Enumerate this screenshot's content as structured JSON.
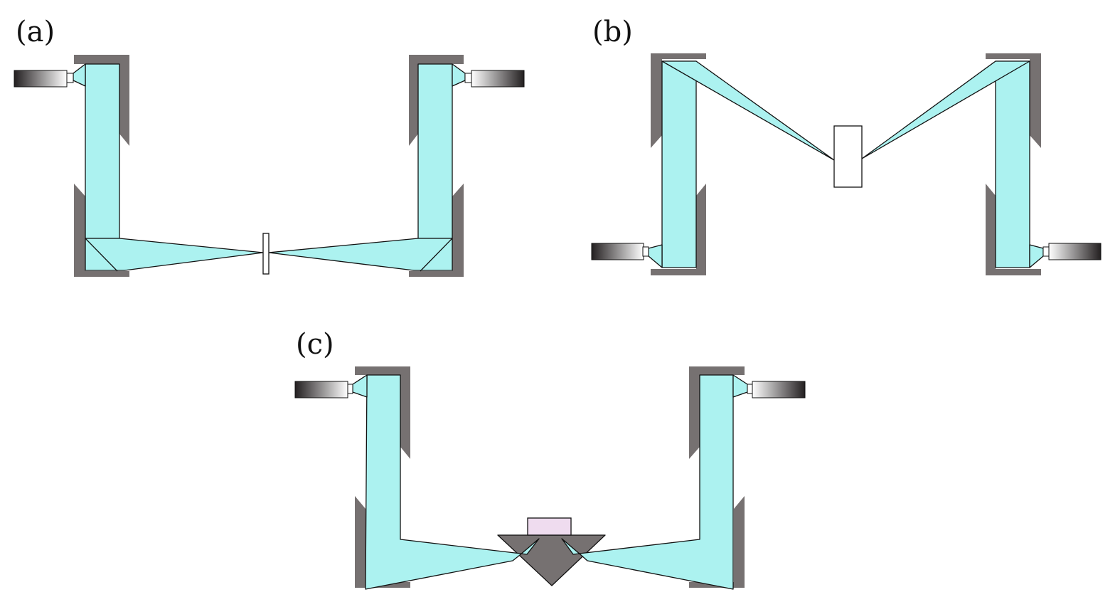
{
  "panels": [
    {
      "label": "(a)"
    },
    {
      "label": "(b)"
    },
    {
      "label": "(c)"
    }
  ],
  "colors": {
    "beam": "#acf2f0",
    "mount": "#767171",
    "prism": "#767171",
    "sample": "#efdcef",
    "outline": "#111111",
    "background": "#ffffff"
  }
}
